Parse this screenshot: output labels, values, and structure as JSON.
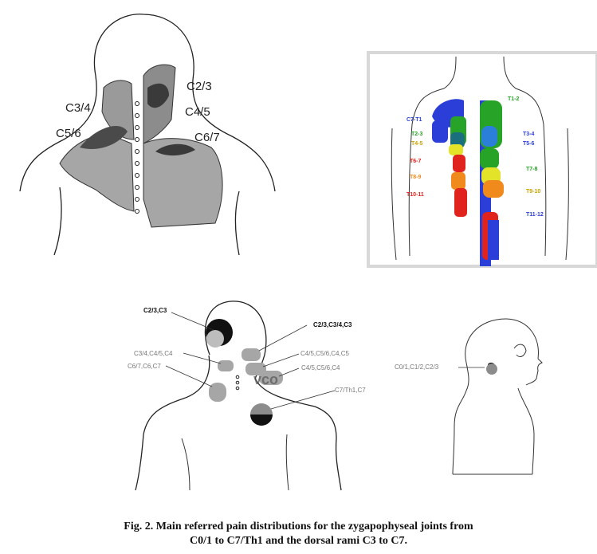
{
  "panel_a": {
    "labels": {
      "c3_4": "C3/4",
      "c5_6": "C5/6",
      "c2_3": "C2/3",
      "c4_5": "C4/5",
      "c6_7": "C6/7"
    }
  },
  "panel_b": {
    "labels": {
      "c7_t1": "C7-T1",
      "t2_3": "T2-3",
      "t4_5": "T4-5",
      "t6_7": "T6-7",
      "t8_9": "T8-9",
      "t10_11": "T10-11",
      "t1_2": "T1-2",
      "t3_4": "T3-4",
      "t5_6": "T5-6",
      "t7_8": "T7-8",
      "t9_10": "T9-10",
      "t11_12": "T11-12"
    }
  },
  "panel_c": {
    "labels": {
      "c2_3_c3": "C2/3,C3",
      "c2_3_c3_4_c3": "C2/3,C3/4,C3",
      "c3_4_c4_5_c4": "C3/4,C4/5,C4",
      "c4_5_c5_6_c4_c5": "C4/5,C5/6,C4,C5",
      "c6_7_c6_c7": "C6/7,C6,C7",
      "c4_5_c5_6_c4": "C4/5,C5/6,C4",
      "c7_th1_c7": "C7/Th1,C7"
    },
    "watermark": "vco"
  },
  "panel_d": {
    "label": "C0/1,C1/2,C2/3"
  },
  "caption": {
    "line1": "Fig. 2. Main referred pain distributions for the zygapophyseal joints from",
    "line2": "C0/1 to C7/Th1 and the dorsal rami C3 to C7."
  },
  "colors": {
    "dark_gray": "#3a3a3a",
    "mid_gray": "#8c8c8c",
    "light_gray": "#bdbdbd",
    "region_gray": "#a6a6a6",
    "blue": "#2b3fd8",
    "green": "#27a327",
    "yellow": "#e3e32a",
    "orange": "#f08a1c",
    "red": "#e0231c"
  }
}
